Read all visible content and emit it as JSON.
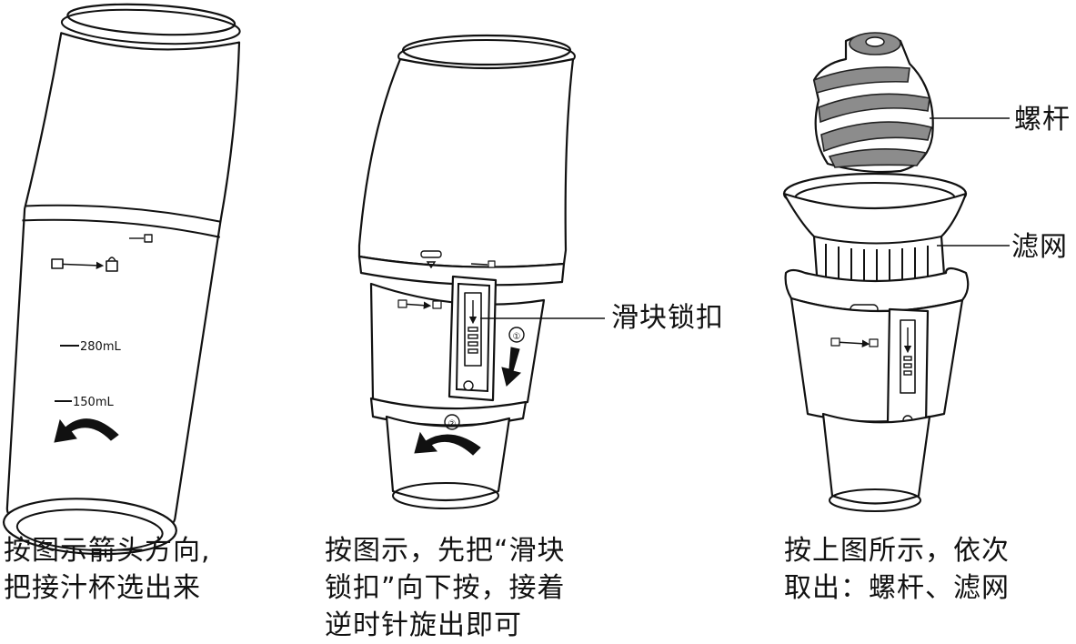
{
  "steps": [
    {
      "caption": "按图示箭头方向,\n把接汁杯选出来",
      "cup_marks": [
        "280mL",
        "150mL"
      ]
    },
    {
      "caption": "按图示，先把“滑块\n锁扣”向下按，接着\n逆时针旋出即可",
      "callouts": [
        "滑块锁扣"
      ],
      "step_markers": [
        "①",
        "②"
      ]
    },
    {
      "caption": "按上图所示，依次\n取出：螺杆、滤网",
      "callouts": [
        "螺杆",
        "滤网"
      ]
    }
  ],
  "colors": {
    "line": "#111111",
    "background": "#ffffff",
    "part_grey": "#8c8c8c"
  },
  "icons": [
    "unlock-to-lock-icon",
    "counterclockwise-arrow-icon",
    "down-arrow-icon"
  ]
}
